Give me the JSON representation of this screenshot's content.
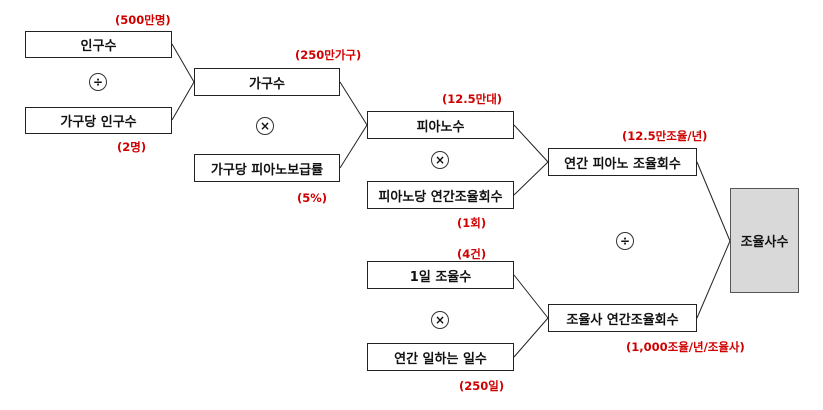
{
  "boxes": {
    "population": "인구수",
    "per_household": "가구당 인구수",
    "households": "가구수",
    "piano_rate": "가구당 피아노보급률",
    "pianos": "피아노수",
    "tunings_per_piano": "피아노당 연간조율회수",
    "annual_tunings": "연간 피아노 조율회수",
    "daily_tunings": "1일 조율수",
    "work_days": "연간 일하는 일수",
    "tuner_annual": "조율사 연간조율회수",
    "tuners": "조율사수"
  },
  "values": {
    "population": "(500만명)",
    "per_household": "(2명)",
    "households": "(250만가구)",
    "piano_rate": "(5%)",
    "pianos": "(12.5만대)",
    "tunings_per_piano": "(1회)",
    "annual_tunings": "(12.5만조율/년)",
    "daily_tunings": "(4건)",
    "work_days": "(250일)",
    "tuner_annual": "(1,000조율/년/조율사)"
  },
  "operators": {
    "divide": "÷",
    "multiply": "×"
  }
}
